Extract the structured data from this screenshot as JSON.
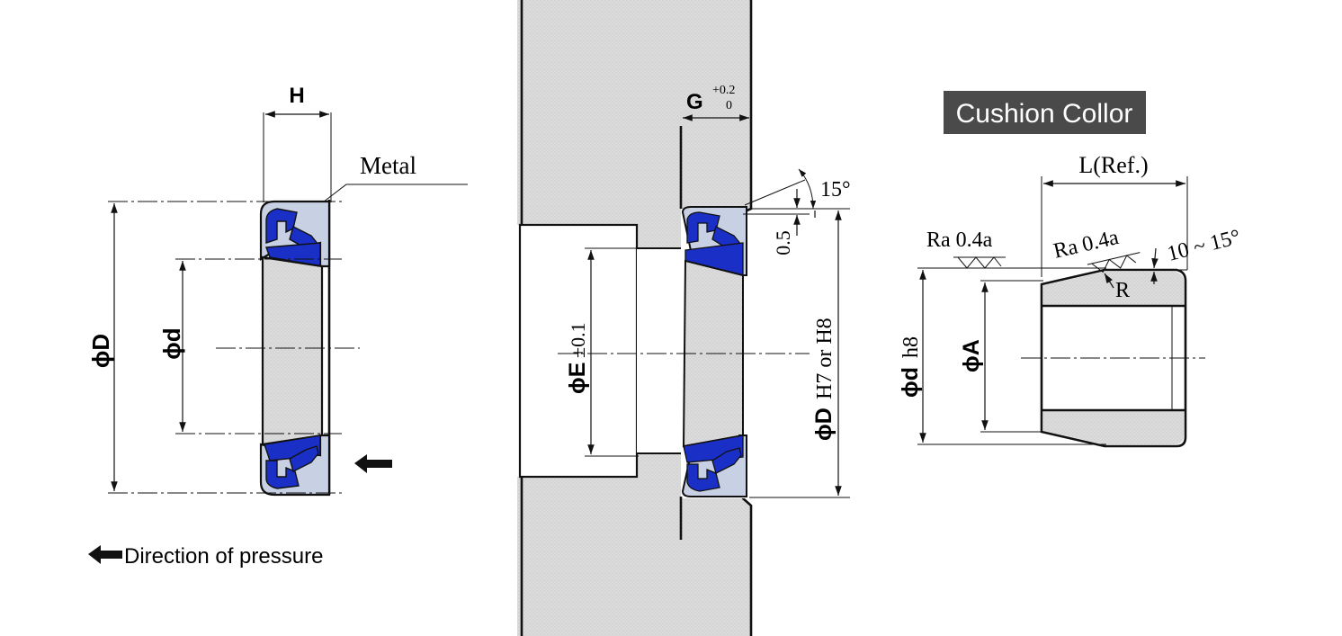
{
  "colors": {
    "seal_blue": "#1a2fc6",
    "metal_light": "#c8d0e4",
    "hatch_gray": "#d9d9d9",
    "ink": "#111111",
    "badge_bg": "#4a4a4a",
    "badge_text": "#ffffff"
  },
  "left_view": {
    "height_label": "H",
    "metal_label": "Metal",
    "outer_diameter_label": "ϕD",
    "inner_diameter_label": "ϕd",
    "legend_text": "Direction of pressure"
  },
  "middle_view": {
    "groove_label": "G",
    "groove_tol_upper": "+0.2",
    "groove_tol_lower": "0",
    "angle_label": "15°",
    "chamfer_label": "0.5",
    "bore_label": "ϕD",
    "bore_fit_label": "H7 or H8",
    "shaft_label": "ϕE",
    "shaft_tol_label": "±0.1"
  },
  "right_view": {
    "title": "Cushion Collor",
    "length_label": "L(Ref.)",
    "roughness_left": "Ra 0.4a",
    "roughness_right": "Ra 0.4a",
    "angle_label": "10 ~ 15°",
    "radius_label": "R",
    "outer_label": "ϕd",
    "outer_fit_label": "h8",
    "inner_label": "ϕA"
  }
}
